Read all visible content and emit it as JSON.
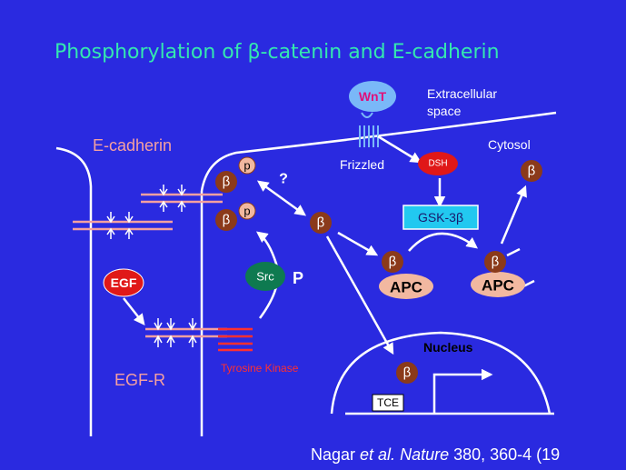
{
  "slide": {
    "title": "Phosphorylation of  β-catenin and E-cadherin",
    "citation": {
      "authors": "Nagar ",
      "etal": "et al.",
      "journal": " Nature",
      "rest": " 380, 360-4 (19"
    }
  },
  "labels": {
    "wnt": "WnT",
    "extracellular_line1": "Extracellular",
    "extracellular_line2": "space",
    "frizzled": "Frizzled",
    "dsh": "DSH",
    "cytosol": "Cytosol",
    "e_cadherin": "E-cadherin",
    "egf": "EGF",
    "egf_r": "EGF-R",
    "src": "Src",
    "p_mark": "P",
    "question": "?",
    "gsk3b": "GSK-3β",
    "apc": "APC",
    "nucleus": "Nucleus",
    "tce": "TCE",
    "tyrosine_kinase": "Tyrosine Kinase",
    "phospho_p": "p",
    "beta": "β"
  },
  "colors": {
    "background": "#2a2ae0",
    "title": "#34e8b0",
    "beta_fill": "#8b3a1a",
    "apc_fill": "#f2b8a0",
    "gsk_fill": "#22c8f0",
    "egf_fill": "#e01818",
    "src_fill": "#0e7a50",
    "wnt_fill": "#7ab8f8",
    "dsh_fill": "#e01818",
    "cadherin": "#f4a0a0",
    "tyrosine_kinase": "#ff3030"
  }
}
